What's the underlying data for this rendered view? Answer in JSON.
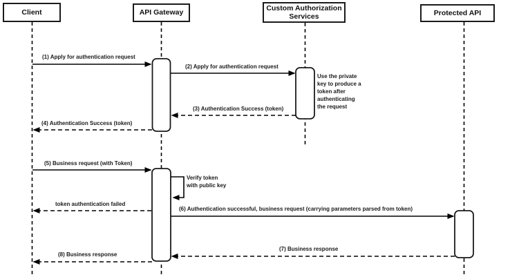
{
  "diagram": {
    "type": "sequence",
    "actors": [
      {
        "id": "client",
        "label": "Client"
      },
      {
        "id": "api-gateway",
        "label": "API Gateway"
      },
      {
        "id": "custom-auth",
        "label": "Custom Authorization Services"
      },
      {
        "id": "protected-api",
        "label": "Protected API"
      }
    ],
    "messages": [
      {
        "label": "(1) Apply for authentication request",
        "from": "client",
        "to": "api-gateway",
        "style": "solid"
      },
      {
        "label": "(2) Apply for authentication request",
        "from": "api-gateway",
        "to": "custom-auth",
        "style": "solid"
      },
      {
        "label": "(3) Authentication Success (token)",
        "from": "custom-auth",
        "to": "api-gateway",
        "style": "dashed"
      },
      {
        "label": "(4) Authentication Success (token)",
        "from": "api-gateway",
        "to": "client",
        "style": "dashed"
      },
      {
        "label": "(5) Business request (with Token)",
        "from": "client",
        "to": "api-gateway",
        "style": "solid"
      },
      {
        "label": "Verify token\nwith public key",
        "from": "api-gateway",
        "to": "api-gateway",
        "style": "self"
      },
      {
        "label": "token authentication failed",
        "from": "api-gateway",
        "to": "client",
        "style": "dashed"
      },
      {
        "label": "(6) Authentication successful, business request (carrying parameters parsed from token)",
        "from": "api-gateway",
        "to": "protected-api",
        "style": "solid"
      },
      {
        "label": "(7) Business response",
        "from": "protected-api",
        "to": "api-gateway",
        "style": "dashed"
      },
      {
        "label": "(8) Business response",
        "from": "api-gateway",
        "to": "client",
        "style": "dashed"
      }
    ],
    "note": {
      "text": "Use the private\nkey to produce a\ntoken after\nauthenticating\nthe request"
    }
  },
  "colors": {
    "line": "#000000",
    "text": "#1a1a1a",
    "background": "#ffffff"
  }
}
